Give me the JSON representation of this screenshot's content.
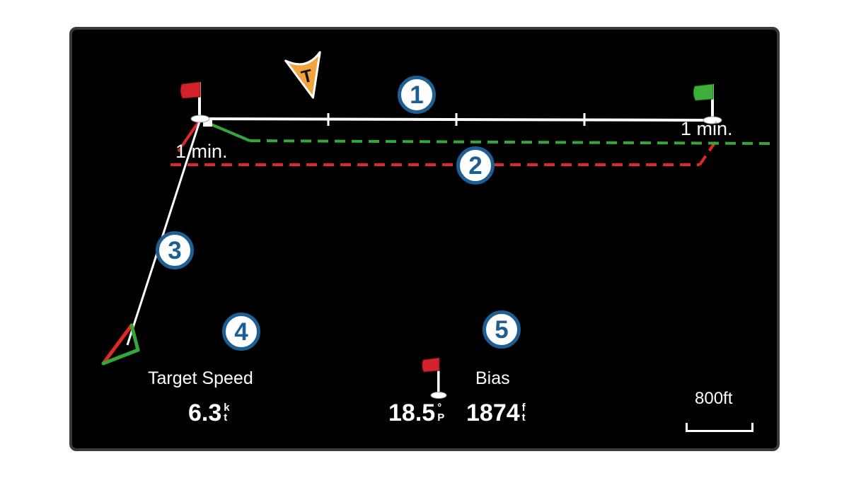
{
  "screen": {
    "timers": {
      "left": "1 min.",
      "right": "1 min."
    },
    "cursor_letter": "T",
    "callouts": [
      "1",
      "2",
      "3",
      "4",
      "5"
    ],
    "fields": {
      "target_speed": {
        "label": "Target Speed",
        "value": "6.3",
        "unit_top": "k",
        "unit_bottom": "t"
      },
      "bias": {
        "label": "Bias",
        "bearing_value": "18.5",
        "bearing_unit_top": "°",
        "bearing_unit_bottom": "P",
        "distance_value": "1874",
        "distance_unit_top": "f",
        "distance_unit_bottom": "t"
      }
    },
    "scale_label": "800ft",
    "colors": {
      "background": "#000000",
      "callout_blue": "#1d5e93",
      "flag_red": "#d2232a",
      "flag_green": "#3faf3b",
      "dashed_red": "#e32726",
      "dashed_green": "#35a638",
      "cursor_orange": "#f2a33c",
      "line_white": "#ffffff"
    }
  }
}
